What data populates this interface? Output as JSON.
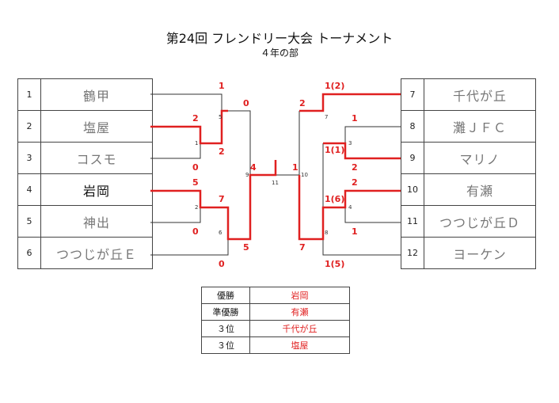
{
  "header": {
    "title": "第24回 フレンドリー大会 トーナメント",
    "subtitle": "４年の部"
  },
  "left_teams": [
    {
      "seed": "1",
      "name": "鶴甲"
    },
    {
      "seed": "2",
      "name": "塩屋"
    },
    {
      "seed": "3",
      "name": "コスモ"
    },
    {
      "seed": "4",
      "name": "岩岡"
    },
    {
      "seed": "5",
      "name": "神出"
    },
    {
      "seed": "6",
      "name": "つつじが丘Ｅ"
    }
  ],
  "right_teams": [
    {
      "seed": "7",
      "name": "千代が丘"
    },
    {
      "seed": "8",
      "name": "灘ＪＦＣ"
    },
    {
      "seed": "9",
      "name": "マリノ"
    },
    {
      "seed": "10",
      "name": "有瀬"
    },
    {
      "seed": "11",
      "name": "つつじが丘Ｄ"
    },
    {
      "seed": "12",
      "name": "ヨーケン"
    }
  ],
  "match_numbers": [
    "1",
    "2",
    "3",
    "4",
    "5",
    "6",
    "7",
    "8",
    "9",
    "10",
    "11"
  ],
  "scores": {
    "m1_team2": "2",
    "m1_team3": "0",
    "m2_team4": "5",
    "m2_team5": "0",
    "m5_team1": "1",
    "m5_winner": "2",
    "m6_winner": "7",
    "m6_team6": "0",
    "m9_top": "0",
    "m9_bottom": "5",
    "m3_team8": "1",
    "m3_team9": "2",
    "m4_team10": "2",
    "m4_team11": "1",
    "m7_team7": "1(2)",
    "m7_winner": "1(1)",
    "m8_winner": "1(6)",
    "m8_team12": "1(5)",
    "m10_top": "2",
    "m10_bottom": "7",
    "final_left": "4",
    "final_right": "1"
  },
  "results": [
    {
      "label": "優勝",
      "value": "岩岡"
    },
    {
      "label": "準優勝",
      "value": "有瀬"
    },
    {
      "label": "３位",
      "value": "千代が丘"
    },
    {
      "label": "３位",
      "value": "塩屋"
    }
  ],
  "colors": {
    "winner_line": "#e02020",
    "loser_line": "#333333",
    "team_text": "#777777"
  }
}
